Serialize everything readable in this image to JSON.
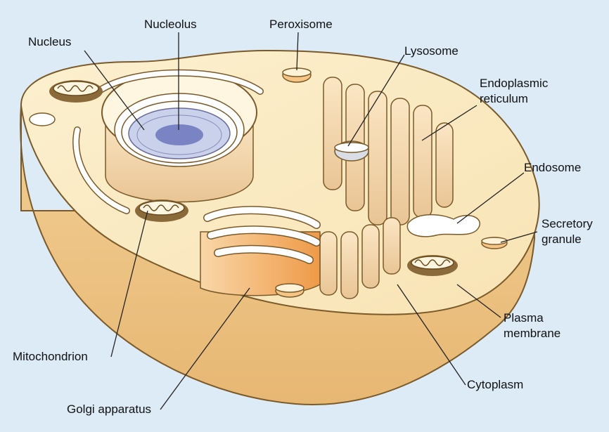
{
  "labels": {
    "nucleolus": "Nucleolus",
    "peroxisome": "Peroxisome",
    "nucleus": "Nucleus",
    "lysosome": "Lysosome",
    "endoplasmic_reticulum_1": "Endoplasmic",
    "endoplasmic_reticulum_2": "reticulum",
    "endosome": "Endosome",
    "secretory_granule_1": "Secretory",
    "secretory_granule_2": "granule",
    "plasma_membrane_1": "Plasma",
    "plasma_membrane_2": "membrane",
    "mitochondrion": "Mitochondrion",
    "cytoplasm": "Cytoplasm",
    "golgi_apparatus": "Golgi apparatus"
  },
  "colors": {
    "background": "#dcebf6",
    "cell_body": "#f6dcb0",
    "cytoplasm_top": "#fbedc9",
    "membrane": "#7a5a2a",
    "nucleus_envelope": "#c9d2ea",
    "nucleolus": "#7a84c4",
    "golgi_accent": "#f0a050",
    "mitochondrion": "#8a6a3a"
  }
}
